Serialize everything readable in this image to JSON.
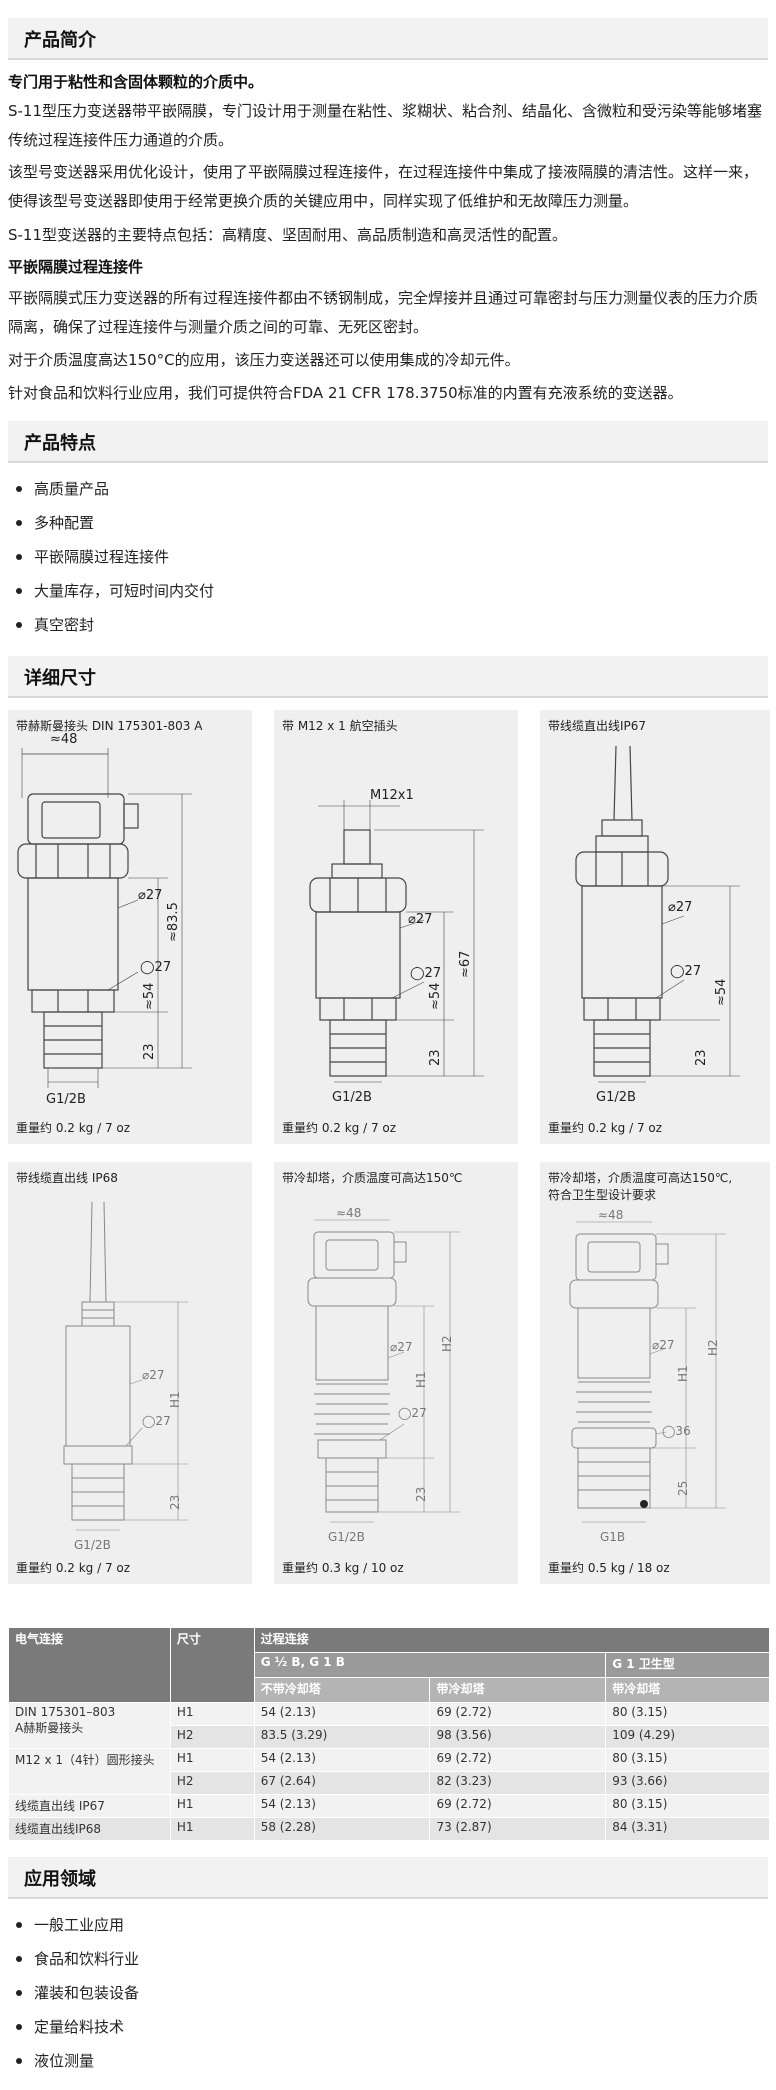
{
  "sections": {
    "intro": "产品简介",
    "features": "产品特点",
    "dimensions": "详细尺寸",
    "applications": "应用领域"
  },
  "intro": {
    "lead": "专门用于粘性和含固体颗粒的介质中。",
    "p1": "S-11型压力变送器带平嵌隔膜，专门设计用于测量在粘性、浆糊状、粘合剂、结晶化、含微粒和受污染等能够堵塞传统过程连接件压力通道的介质。",
    "p2": "该型号变送器采用优化设计，使用了平嵌隔膜过程连接件，在过程连接件中集成了接液隔膜的清洁性。这样一来，使得该型号变送器即使用于经常更换介质的关键应用中，同样实现了低维护和无故障压力测量。",
    "p3": "S-11型变送器的主要特点包括：高精度、坚固耐用、高品质制造和高灵活性的配置。",
    "sub_title": "平嵌隔膜过程连接件",
    "p4": "平嵌隔膜式压力变送器的所有过程连接件都由不锈钢制成，完全焊接并且通过可靠密封与压力测量仪表的压力介质隔离，确保了过程连接件与测量介质之间的可靠、无死区密封。",
    "p5": "对于介质温度高达150°C的应用，该压力变送器还可以使用集成的冷却元件。",
    "p6": "针对食品和饮料行业应用，我们可提供符合FDA 21 CFR 178.3750标准的内置有充液系统的变送器。"
  },
  "features": [
    "高质量产品",
    "多种配置",
    "平嵌隔膜过程连接件",
    "大量库存，可短时间内交付",
    "真空密封"
  ],
  "figures": [
    {
      "caption": "带赫斯曼接头 DIN 175301-803 A",
      "weight": "重量约 0.2 kg / 7 oz",
      "dims": {
        "w": "≈48",
        "d1": "⌀27",
        "d2": "◯27",
        "h1": "≈54",
        "h2": "≈83.5",
        "h3": "23",
        "thread": "G1/2B"
      }
    },
    {
      "caption": "带 M12 x 1 航空插头",
      "weight": "重量约 0.2 kg / 7 oz",
      "dims": {
        "w": "M12x1",
        "d1": "⌀27",
        "d2": "◯27",
        "h1": "≈54",
        "h2": "≈67",
        "h3": "23",
        "thread": "G1/2B"
      }
    },
    {
      "caption": "带线缆直出线IP67",
      "weight": "重量约 0.2 kg / 7 oz",
      "dims": {
        "d1": "⌀27",
        "d2": "◯27",
        "h1": "≈54",
        "h3": "23",
        "thread": "G1/2B"
      }
    },
    {
      "caption": "带线缆直出线 IP68",
      "weight": "重量约 0.2 kg / 7 oz",
      "dims": {
        "d1": "⌀27",
        "d2": "◯27",
        "h1": "H1",
        "h3": "23",
        "thread": "G1/2B"
      }
    },
    {
      "caption": "带冷却塔，介质温度可高达150℃",
      "weight": "重量约 0.3 kg / 10 oz",
      "dims": {
        "w": "≈48",
        "d1": "⌀27",
        "d2": "◯27",
        "h1": "H1",
        "h2": "H2",
        "h3": "23",
        "thread": "G1/2B"
      }
    },
    {
      "caption": "带冷却塔，介质温度可高达150℃,",
      "caption2": "符合卫生型设计要求",
      "weight": "重量约 0.5 kg / 18 oz",
      "dims": {
        "w": "≈48",
        "d1": "⌀27",
        "d2": "◯36",
        "h1": "H1",
        "h2": "H2",
        "h3": "25",
        "thread": "G1B"
      }
    }
  ],
  "table": {
    "h_elec": "电气连接",
    "h_size": "尺寸",
    "h_proc": "过程连接",
    "h_g12": "G ½ B, G 1 B",
    "h_g1": "G 1 卫生型",
    "h_nocool": "不带冷却塔",
    "h_cool1": "带冷却塔",
    "h_cool2": "带冷却塔",
    "rows": [
      {
        "conn": "DIN 175301–803",
        "conn2": "A赫斯曼接头",
        "size": "H1",
        "a": "54 (2.13)",
        "b": "69 (2.72)",
        "c": "80 (3.15)"
      },
      {
        "size": "H2",
        "a": "83.5 (3.29)",
        "b": "98 (3.56)",
        "c": "109 (4.29)"
      },
      {
        "conn": "M12 x 1（4针）圆形接头",
        "size": "H1",
        "a": "54 (2.13)",
        "b": "69 (2.72)",
        "c": "80 (3.15)"
      },
      {
        "size": "H2",
        "a": "67 (2.64)",
        "b": "82 (3.23)",
        "c": "93 (3.66)"
      },
      {
        "conn": "线缆直出线 IP67",
        "size": "H1",
        "a": "54 (2.13)",
        "b": "69 (2.72)",
        "c": "80 (3.15)"
      },
      {
        "conn": "线缆直出线IP68",
        "size": "H1",
        "a": "58 (2.28)",
        "b": "73 (2.87)",
        "c": "84 (3.31)"
      }
    ]
  },
  "applications": [
    "一般工业应用",
    "食品和饮料行业",
    "灌装和包装设备",
    "定量给料技术",
    "液位测量"
  ]
}
